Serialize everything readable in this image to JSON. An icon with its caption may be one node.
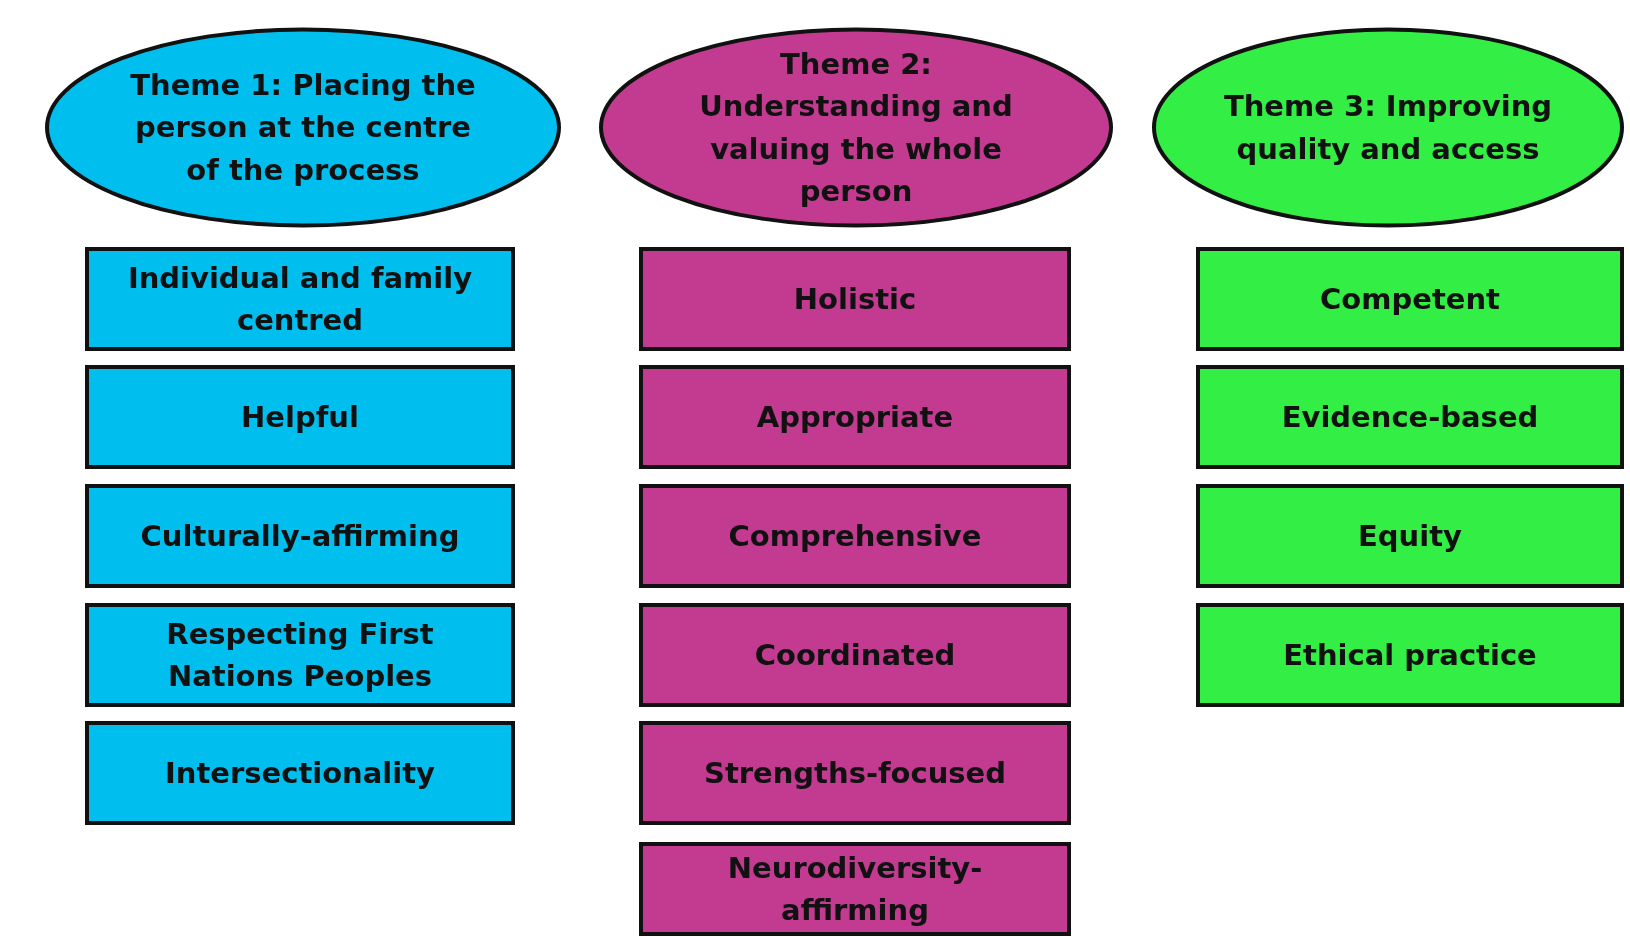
{
  "diagram": {
    "nodes": [
      {
        "text": [
          "Theme 1: Placing the person at the centre of the process"
        ]
      },
      {
        "text": [
          "Individual and family centred"
        ]
      },
      {
        "text": [
          "Helpful"
        ]
      },
      {
        "text": [
          "Culturally-affirming"
        ]
      },
      {
        "text": [
          "Respecting First Nations Peoples"
        ]
      },
      {
        "text": [
          "Intersectionality"
        ]
      },
      {
        "text": [
          "Theme 2: Understanding and valuing the whole person"
        ]
      },
      {
        "text": [
          "Holistic"
        ]
      },
      {
        "text": [
          "Appropriate"
        ]
      },
      {
        "text": [
          "Comprehensive"
        ]
      },
      {
        "text": [
          "Coordinated"
        ]
      },
      {
        "text": [
          "Strengths-focused"
        ]
      },
      {
        "text": [
          "Neurodiversity-affirming"
        ]
      },
      {
        "text": [
          "Theme 3: Improving quality and access"
        ]
      },
      {
        "text": [
          "Competent"
        ]
      },
      {
        "text": [
          "Evidence-based"
        ]
      },
      {
        "text": [
          "Equity"
        ]
      },
      {
        "text": [
          "Ethical practice"
        ]
      }
    ]
  }
}
